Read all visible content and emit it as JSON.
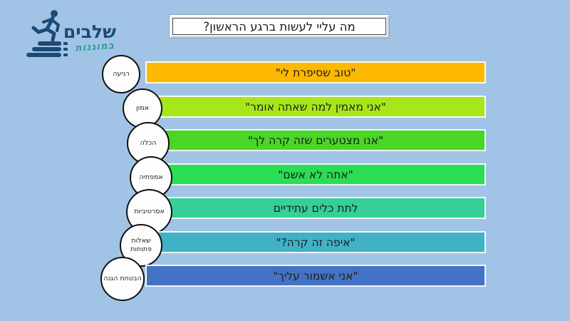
{
  "page": {
    "background_color": "#a1c4e6"
  },
  "logo": {
    "name": "שלבים",
    "tagline": "במוגנות",
    "name_color": "#1d4a74",
    "tagline_color": "#2e9c90",
    "icon": "runner-on-stairs-icon"
  },
  "title": {
    "text": "מה עליי לעשות ברגע הראשון?"
  },
  "steps": [
    {
      "circle": "רגיעה",
      "bar": "\"טוב שסיפרת לי\"",
      "color": "#fdb800"
    },
    {
      "circle": "אמון",
      "bar": "\"אני מאמין למה שאתה אומר\"",
      "color": "#a8e61c"
    },
    {
      "circle": "הכלה",
      "bar": "\"אנו מצטערים שזה קרה לך\"",
      "color": "#49d626"
    },
    {
      "circle": "אמפתיה",
      "bar": "\"אתה לא אשם\"",
      "color": "#2bdc55"
    },
    {
      "circle": "אסרטיביות",
      "bar": "לתת כלים עתידיים",
      "color": "#34d096"
    },
    {
      "circle": "שאלות פתוחות",
      "bar": "\"איפה זה קרה?\"",
      "color": "#41b1c6"
    },
    {
      "circle": "הבטחת הגנה",
      "bar": "\"אני אשמור עליך\"",
      "color": "#4472c4"
    }
  ]
}
